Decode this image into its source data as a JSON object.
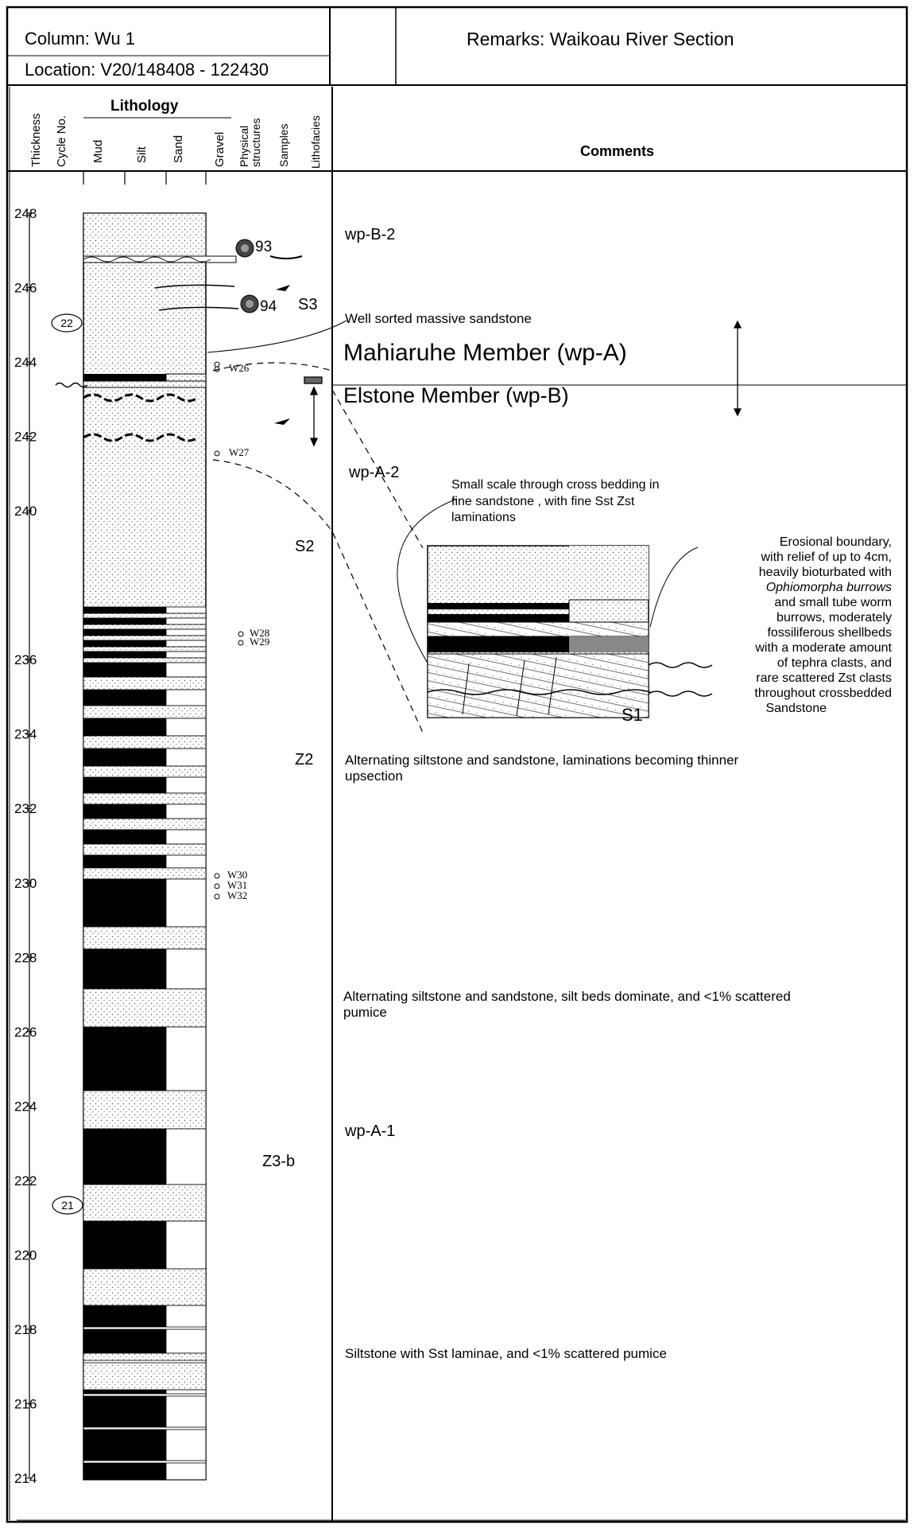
{
  "header": {
    "column": "Column: Wu 1",
    "location": "Location: V20/148408 - 122430",
    "remarks": "Remarks: Waikoau River Section"
  },
  "col_headers": {
    "thickness": "Thickness",
    "cycle_no": "Cycle No.",
    "lithology": "Lithology",
    "mud": "Mud",
    "silt": "Silt",
    "sand": "Sand",
    "gravel": "Gravel",
    "physical_structures_1": "Physical",
    "physical_structures_2": "structures",
    "samples": "Samples",
    "lithofacies": "Lithofacies",
    "comments": "Comments"
  },
  "depth_scale": {
    "min": 214,
    "max": 248,
    "labels": [
      "248",
      "246",
      "244",
      "242",
      "240",
      "236",
      "234",
      "232",
      "230",
      "228",
      "226",
      "224",
      "222",
      "220",
      "218",
      "216",
      "214"
    ]
  },
  "cycles": [
    "22",
    "21"
  ],
  "samples": [
    "93",
    "94",
    "W26",
    "W27",
    "W28",
    "W29",
    "W30",
    "W31",
    "W32"
  ],
  "lithofacies": [
    "S3",
    "S2",
    "Z2",
    "Z3-b",
    "S1"
  ],
  "comments": {
    "wp_b_2": "wp-B-2",
    "well_sorted": "Well sorted massive sandstone",
    "mahiaruhe": "Mahiaruhe Member (wp-A)",
    "elstone": "Elstone Member (wp-B)",
    "wp_a_2": "wp-A-2",
    "cross_bedding": [
      "Small scale through cross bedding in",
      "fine sandstone , with fine Sst Zst",
      "laminations"
    ],
    "erosional": [
      "Erosional boundary,",
      "with relief of up to 4cm,",
      "heavily bioturbated with",
      "Ophiomorpha burrows",
      "and small tube worm",
      "burrows, moderately",
      "fossiliferous shellbeds",
      "with a moderate amount",
      "of tephra clasts, and",
      "rare scattered Zst clasts",
      "throughout crossbedded",
      "Sandstone"
    ],
    "alternating_1": [
      "Alternating siltstone and sandstone, laminations becoming thinner",
      "upsection"
    ],
    "alternating_2": [
      "Alternating siltstone and sandstone, silt beds dominate, and <1% scattered",
      "pumice"
    ],
    "wp_a_1": "wp-A-1",
    "siltstone_sst": "Siltstone with Sst laminae, and <1% scattered pumice"
  },
  "colors": {
    "ink": "#000000",
    "paper": "#ffffff",
    "sand_dot": "#555555"
  }
}
